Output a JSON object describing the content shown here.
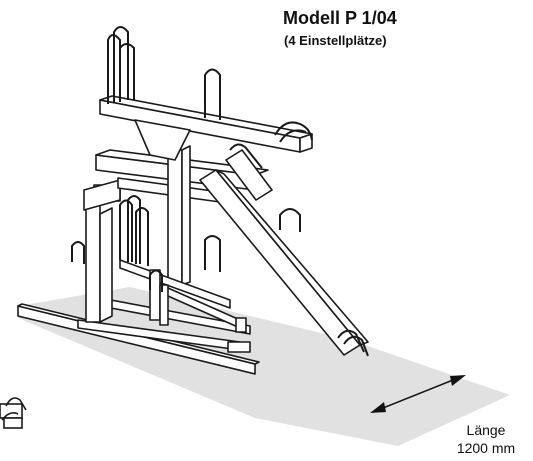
{
  "figure": {
    "title": "Modell P 1/04",
    "subtitle": "(4 Einstellplätze)",
    "dimension": {
      "label": "Länge",
      "value": "1200 mm"
    }
  },
  "colors": {
    "floor_shadow": "#e1e1e1",
    "line": "#1a1a1a",
    "fill": "#ffffff"
  },
  "icons": [
    "bike-rack-drawing-icon",
    "double-arrow-icon",
    "partial-rack-icon"
  ]
}
